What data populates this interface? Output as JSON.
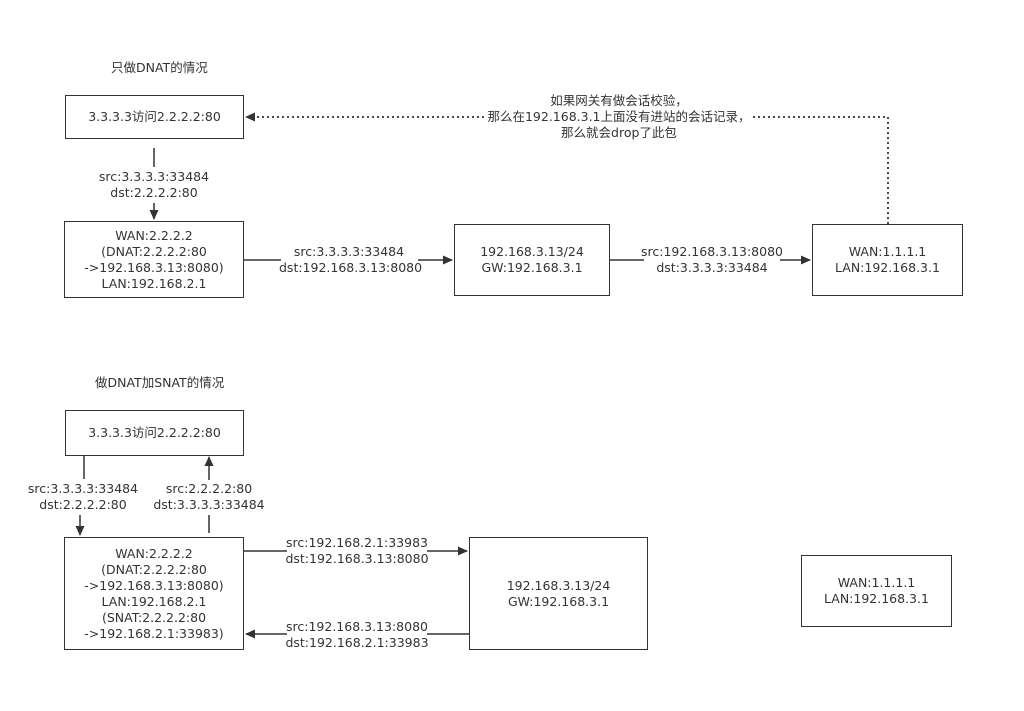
{
  "top": {
    "title": "只做DNAT的情况",
    "client_box": "3.3.3.3访问2.2.2.2:80",
    "client_to_gw": {
      "src": "src:3.3.3.3:33484",
      "dst": "dst:2.2.2.2:80"
    },
    "gateway_box": "WAN:2.2.2.2\n(DNAT:2.2.2.2:80\n->192.168.3.13:8080)\nLAN:192.168.2.1",
    "gw_to_server": {
      "src": "src:3.3.3.3:33484",
      "dst": "dst:192.168.3.13:8080"
    },
    "server_box": "192.168.3.13/24\nGW:192.168.3.1",
    "server_to_router": {
      "src": "src:192.168.3.13:8080",
      "dst": "dst:3.3.3.3:33484"
    },
    "router_box": "WAN:1.1.1.1\nLAN:192.168.3.1",
    "note": "如果网关有做会话校验，\n那么在192.168.3.1上面没有进站的会话记录，\n那么就会drop了此包"
  },
  "bottom": {
    "title": "做DNAT加SNAT的情况",
    "client_box": "3.3.3.3访问2.2.2.2:80",
    "client_to_gw": {
      "src": "src:3.3.3.3:33484",
      "dst": "dst:2.2.2.2:80"
    },
    "gw_to_client": {
      "src": "src:2.2.2.2:80",
      "dst": "dst:3.3.3.3:33484"
    },
    "gateway_box": "WAN:2.2.2.2\n(DNAT:2.2.2.2:80\n->192.168.3.13:8080)\nLAN:192.168.2.1\n(SNAT:2.2.2.2:80\n->192.168.2.1:33983)",
    "gw_to_server": {
      "src": "src:192.168.2.1:33983",
      "dst": "dst:192.168.3.13:8080"
    },
    "server_to_gw": {
      "src": "src:192.168.3.13:8080",
      "dst": "dst:192.168.2.1:33983"
    },
    "server_box": "192.168.3.13/24\nGW:192.168.3.1",
    "router_box": "WAN:1.1.1.1\nLAN:192.168.3.1"
  },
  "colors": {
    "stroke": "#333333",
    "text": "#333333",
    "background": "#ffffff"
  }
}
